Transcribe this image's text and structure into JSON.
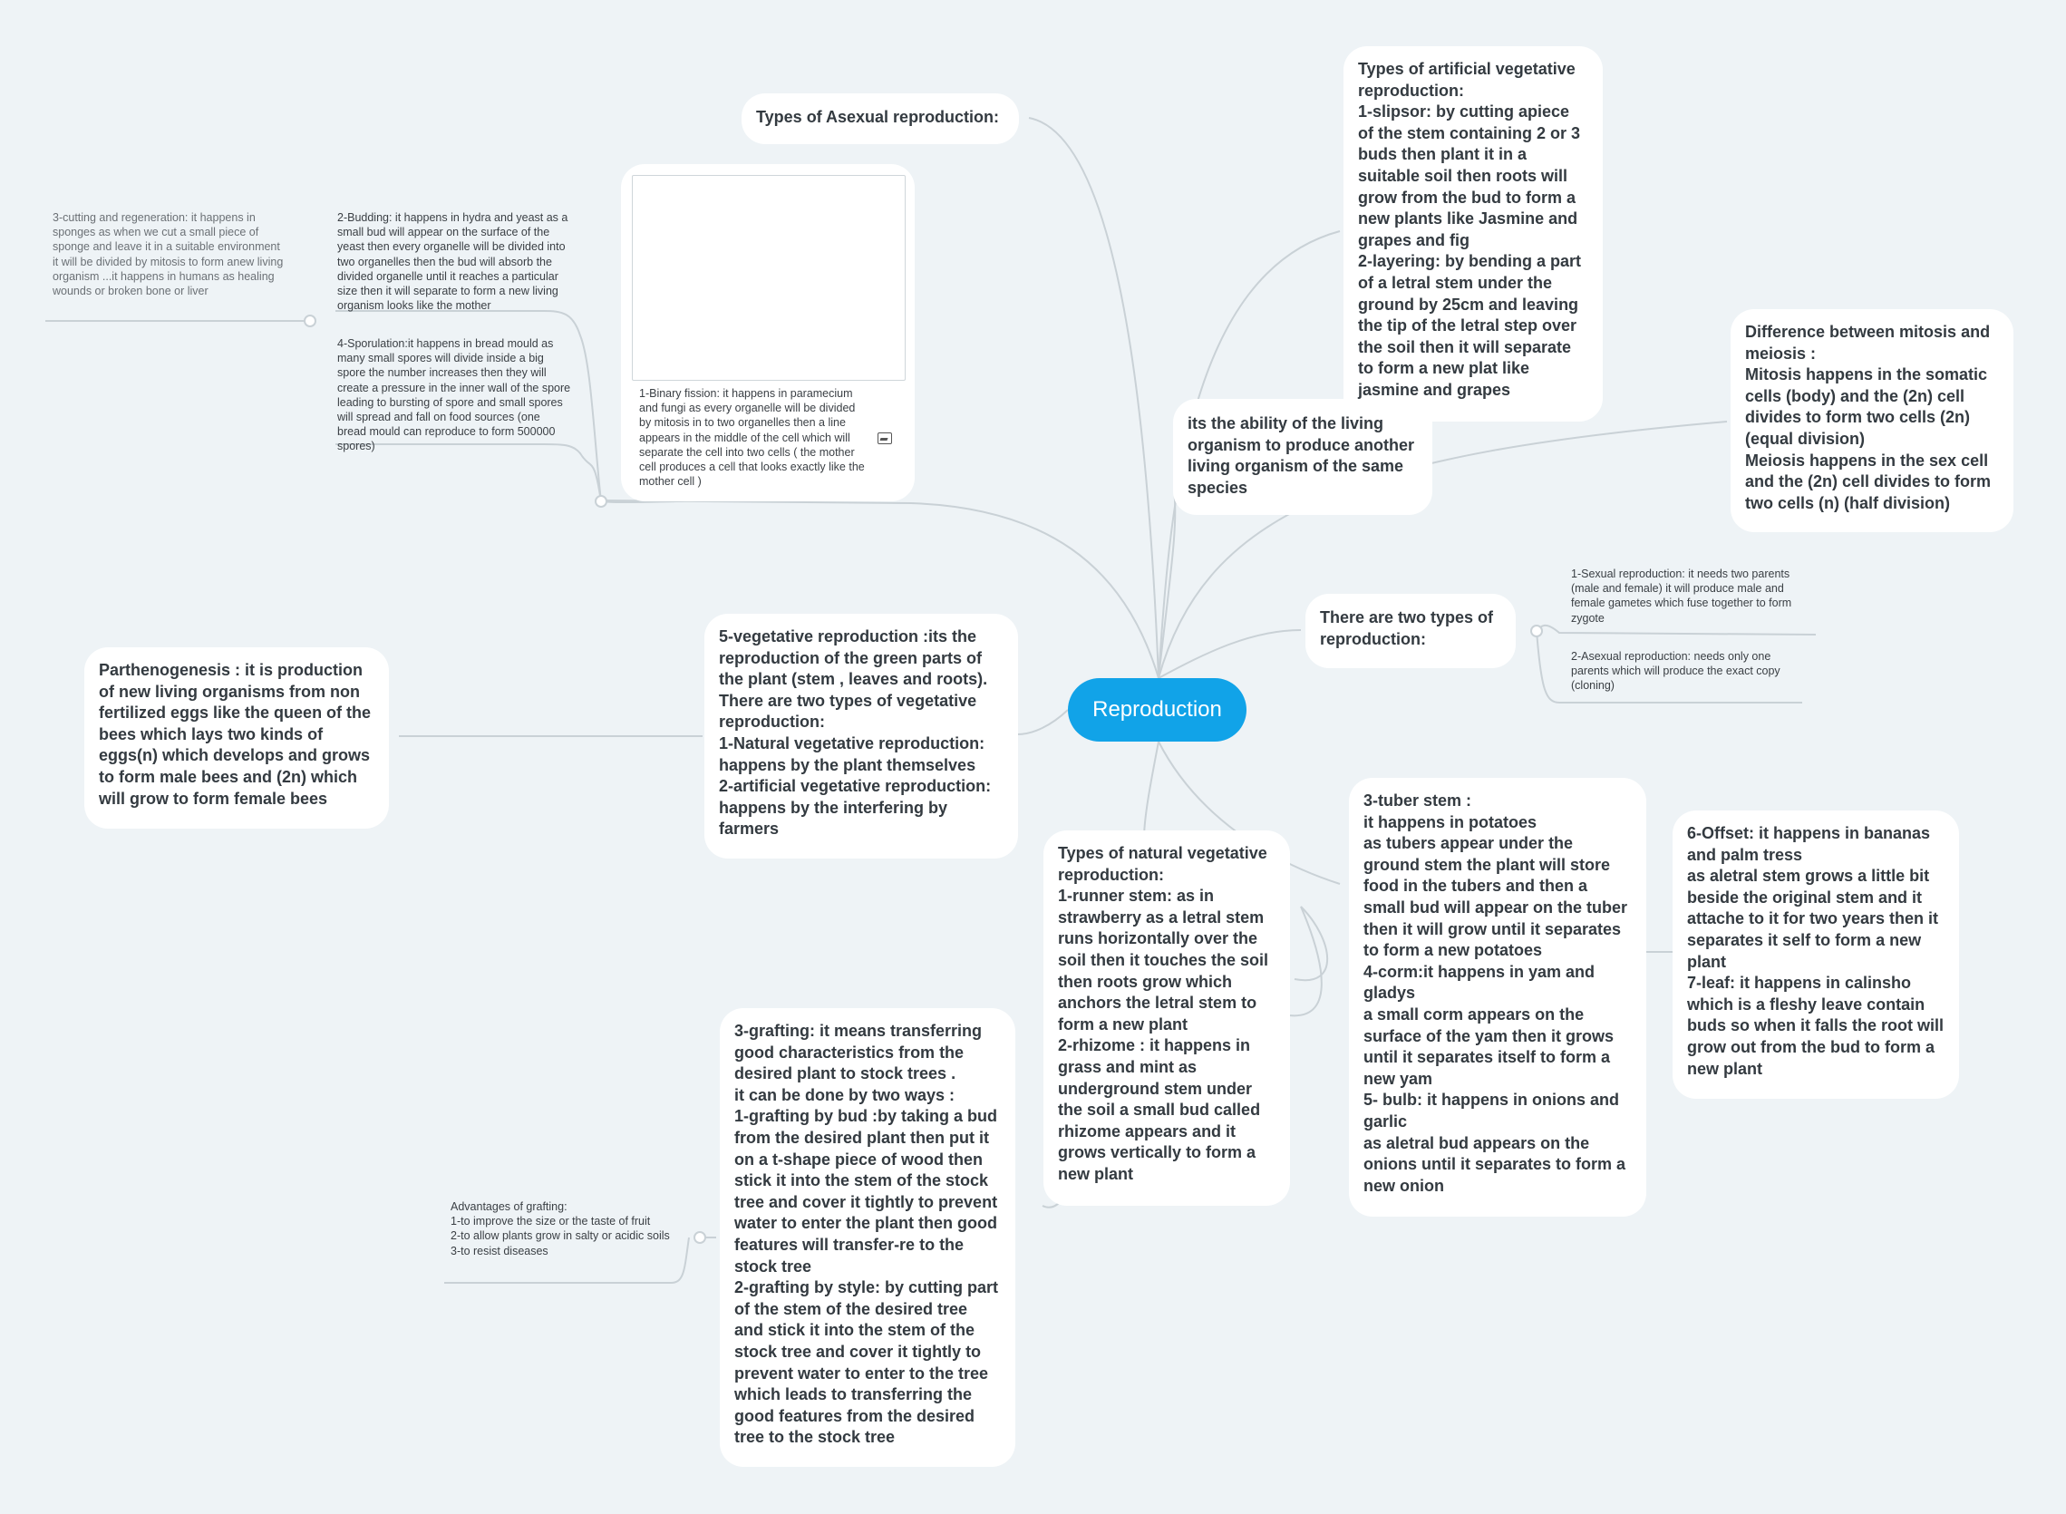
{
  "root": {
    "label": "Reproduction"
  },
  "nodes": {
    "asexual_types": "Types of Asexual reproduction:",
    "binary_fission": "1-Binary fission: it happens in paramecium and fungi as every organelle will be divided by mitosis in to two organelles then a line appears in the middle of the cell which will separate the cell into two cells  ( the mother cell produces a cell that looks exactly like the mother cell )",
    "budding": "2-Budding: it happens in hydra and yeast as a small bud will appear on the surface of the yeast then every organelle will be divided into two organelles then the bud will absorb the divided organelle until it reaches a particular size then it will separate to form a new living organism looks like the mother",
    "cutting": "3-cutting and regeneration: it happens in sponges as when we cut a small piece of sponge and leave it in a suitable environment it will be divided by mitosis to form anew living organism ...it happens in humans as healing wounds or broken bone or liver",
    "sporulation": "4-Sporulation:it happens in bread mould as many small spores will divide inside a big spore the number increases then they will create a pressure in the inner wall of the spore leading to bursting of spore and small spores will spread and fall on food sources (one bread mould can reproduce to form 500000 spores)",
    "artificial_types": "Types of artificial vegetative reproduction:\n1-slipsor: by cutting apiece of the stem containing 2 or 3 buds then plant it in a suitable soil then roots will grow from the bud to form a new plants like Jasmine and grapes and fig\n2-layering: by bending a part of a letral stem under the ground by 25cm and leaving the tip of the letral step over the soil then it will separate to form a new plat like jasmine and grapes",
    "definition": "its the ability of the living organism to produce another living organism of the same species",
    "mitosis_meiosis": "Difference between mitosis and meiosis :\nMitosis happens in the somatic cells (body) and the (2n) cell divides to form two cells (2n) (equal division)\nMeiosis happens in the sex cell and the (2n) cell divides to form two cells (n) (half division)",
    "two_types": "There are two types of reproduction:",
    "sexual": "1-Sexual reproduction: it needs two parents (male and female) it will produce male and female gametes which fuse together to form zygote",
    "asexual": "2-Asexual reproduction: needs only one parents which will produce the exact copy (cloning)",
    "vegetative": "5-vegetative reproduction :its the reproduction of the green parts of the plant  (stem , leaves and roots).\nThere are two types of vegetative reproduction:\n1-Natural vegetative reproduction: happens by the plant themselves\n2-artificial vegetative reproduction: happens by the interfering by farmers",
    "parthenogenesis": "Parthenogenesis : it is production of new living organisms from non fertilized eggs like the queen of the bees which lays two kinds of eggs(n) which develops and grows to form male bees and (2n) which will grow to form female bees",
    "natural_types": "Types of natural vegetative reproduction:\n1-runner stem: as in strawberry as a letral stem runs horizontally over the soil then it touches the soil then roots grow which anchors the letral stem to form a new plant\n2-rhizome : it happens in grass and mint as underground stem under the soil a small bud called rhizome appears and it grows vertically to form a new plant",
    "tuber": "3-tuber stem :\nit happens in potatoes\nas tubers appear under the ground stem the plant will store food in the tubers and then a small bud will appear on the tuber then it will grow until it separates to form a new potatoes\n4-corm:it happens in yam and gladys\na small corm appears on the surface of the yam then it grows until it separates itself to form a new yam\n5-  bulb: it happens in onions and garlic\nas aletral bud appears on the onions until it separates to form a new onion",
    "offset": "6-Offset: it happens in bananas and palm tress\nas aletral stem grows a little bit beside the original stem and it attache to it for two years then it separates it self to form a new plant\n7-leaf: it happens in calinsho which is a fleshy leave contain buds so when it falls the root will grow out from the bud to form a new plant",
    "grafting": "3-grafting: it means transferring good characteristics from the desired plant to stock trees .\n it can be done by two ways :\n1-grafting by bud :by taking a bud from the desired plant then put it on a t-shape piece of wood then stick it into the stem of the stock tree and cover it tightly to prevent water to enter the plant then good features will transfer-re to the stock tree\n2-grafting by style: by cutting part of the stem of the desired tree and stick it into the stem of the stock tree and cover it tightly to prevent water to enter to the tree which leads to transferring the good features from the desired tree to the stock tree",
    "grafting_adv": "Advantages of grafting:\n1-to improve the size or the taste of fruit\n2-to allow plants grow in salty or acidic soils\n3-to resist diseases"
  },
  "colors": {
    "root": "#11a3e8",
    "background": "#eef3f6",
    "link": "#c9d1d6"
  }
}
